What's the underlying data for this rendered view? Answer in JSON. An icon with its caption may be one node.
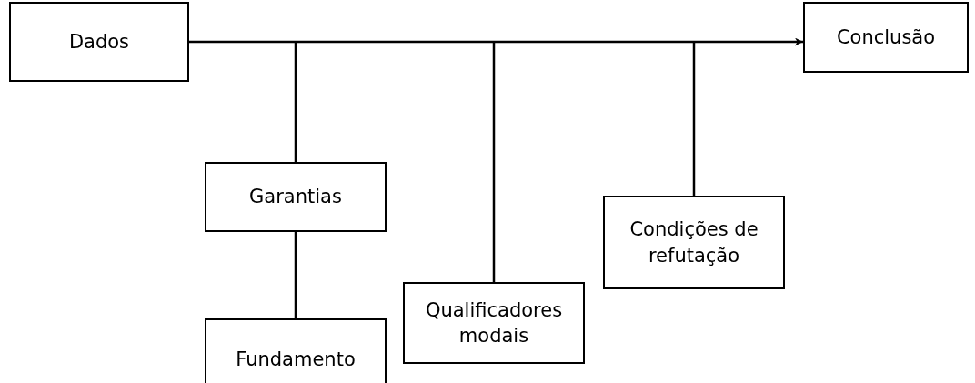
{
  "diagram": {
    "nodes": [
      {
        "text": [
          "Dados"
        ]
      },
      {
        "text": [
          "Conclusão"
        ]
      },
      {
        "text": [
          "Garantias"
        ]
      },
      {
        "text": [
          "Condições de refutação"
        ]
      },
      {
        "text": [
          "Qualificadores modais"
        ]
      },
      {
        "text": [
          "Fundamento"
        ]
      }
    ],
    "edges": [
      {
        "from": 0,
        "to": 1,
        "arrow": "to"
      },
      {
        "from": 2,
        "to": null,
        "arrow": "none"
      },
      {
        "from": 3,
        "to": null,
        "arrow": "none"
      },
      {
        "from": 4,
        "to": null,
        "arrow": "none"
      },
      {
        "from": 5,
        "to": 2,
        "arrow": "none"
      }
    ]
  }
}
